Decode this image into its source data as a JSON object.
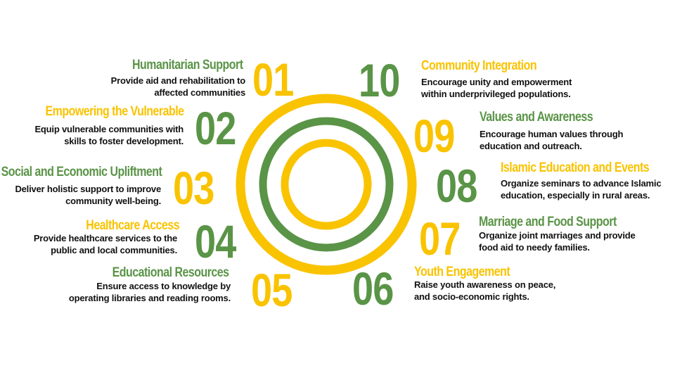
{
  "colors": {
    "yellow": "#F9C300",
    "green": "#5A9447"
  },
  "items": [
    {
      "number": "01",
      "heading": "Humanitarian Support",
      "desc": [
        "Provide aid and rehabilitation to",
        "affected communities"
      ]
    },
    {
      "number": "02",
      "heading": "Empowering the Vulnerable",
      "desc": [
        "Equip vulnerable communities with",
        "skills to foster  development."
      ]
    },
    {
      "number": "03",
      "heading": "Social and Economic Upliftment",
      "desc": [
        "Deliver holistic support to improve",
        "community well-being."
      ]
    },
    {
      "number": "04",
      "heading": "Healthcare Access",
      "desc": [
        "Provide healthcare services to the",
        "public and local communities."
      ]
    },
    {
      "number": "05",
      "heading": "Educational Resources",
      "desc": [
        "Ensure access to knowledge by",
        "operating libraries and reading rooms."
      ]
    },
    {
      "number": "06",
      "heading": "Youth Engagement",
      "desc": [
        "Raise youth awareness on peace,",
        "and socio-economic rights."
      ]
    },
    {
      "number": "07",
      "heading": "Marriage and Food Support",
      "desc": [
        "Organize joint marriages and provide",
        "food aid to needy families."
      ]
    },
    {
      "number": "08",
      "heading": "Islamic Education and Events",
      "desc": [
        "Organize seminars to advance Islamic",
        "education, especially in rural areas."
      ]
    },
    {
      "number": "09",
      "heading": "Values and Awareness",
      "desc": [
        "Encourage human values through",
        "education and outreach."
      ]
    },
    {
      "number": "10",
      "heading": "Community Integration",
      "desc": [
        "Encourage unity and empowerment",
        "within underprivileged populations."
      ]
    }
  ]
}
